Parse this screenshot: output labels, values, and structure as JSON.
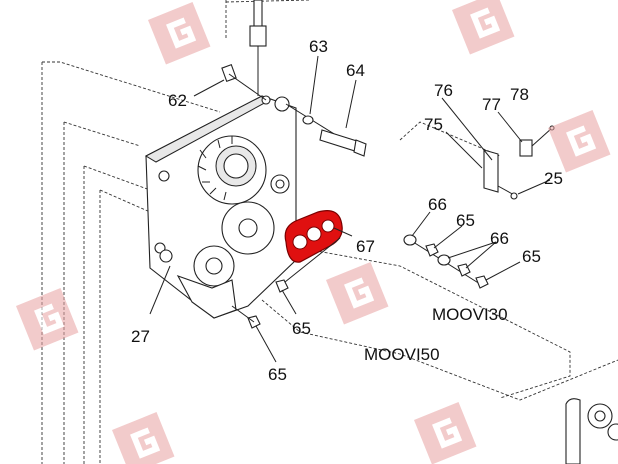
{
  "highlight_color": "#e01010",
  "watermark_color": "#e8a0a0",
  "watermark_icon": "g-logo",
  "callouts": {
    "c25": "25",
    "c27": "27",
    "c62": "62",
    "c63": "63",
    "c64": "64",
    "c65a": "65",
    "c65b": "65",
    "c65c": "65",
    "c65d": "65",
    "c66a": "66",
    "c66b": "66",
    "c67": "67",
    "c75": "75",
    "c76": "76",
    "c77": "77",
    "c78": "78"
  },
  "models": {
    "moovi30": "MOOVI30",
    "moovi50": "MOOVI50"
  }
}
